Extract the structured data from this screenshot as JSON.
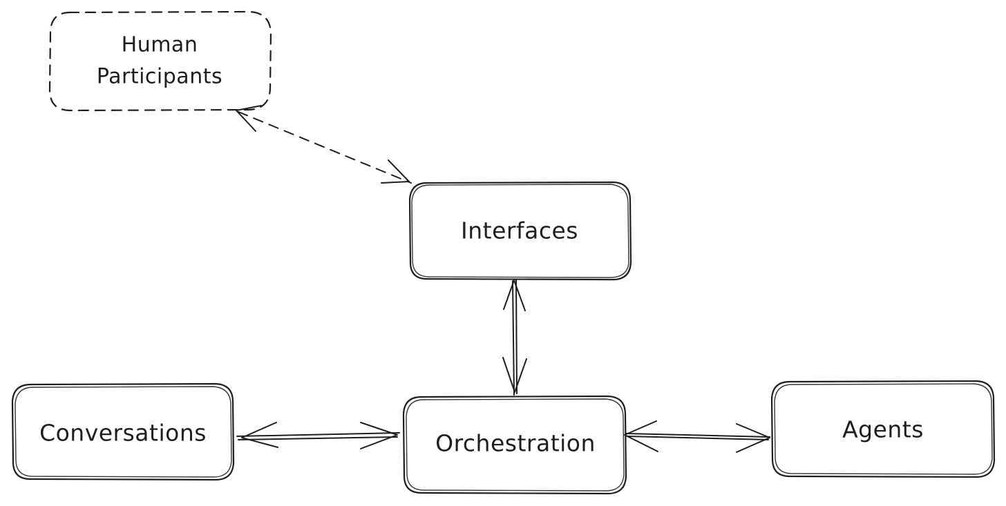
{
  "diagram": {
    "nodes": {
      "human_participants": {
        "line1": "Human",
        "line2": "Participants",
        "border": "dashed"
      },
      "interfaces": {
        "label": "Interfaces",
        "border": "solid"
      },
      "conversations": {
        "label": "Conversations",
        "border": "solid"
      },
      "orchestration": {
        "label": "Orchestration",
        "border": "solid"
      },
      "agents": {
        "label": "Agents",
        "border": "solid"
      }
    },
    "edges": [
      {
        "from": "Human Participants",
        "to": "Interfaces",
        "style": "dashed",
        "direction": "bidirectional"
      },
      {
        "from": "Interfaces",
        "to": "Orchestration",
        "style": "solid",
        "direction": "bidirectional"
      },
      {
        "from": "Conversations",
        "to": "Orchestration",
        "style": "solid",
        "direction": "bidirectional"
      },
      {
        "from": "Orchestration",
        "to": "Agents",
        "style": "solid",
        "direction": "bidirectional"
      }
    ],
    "colors": {
      "stroke": "#1e1e1e",
      "background": "#ffffff"
    }
  }
}
